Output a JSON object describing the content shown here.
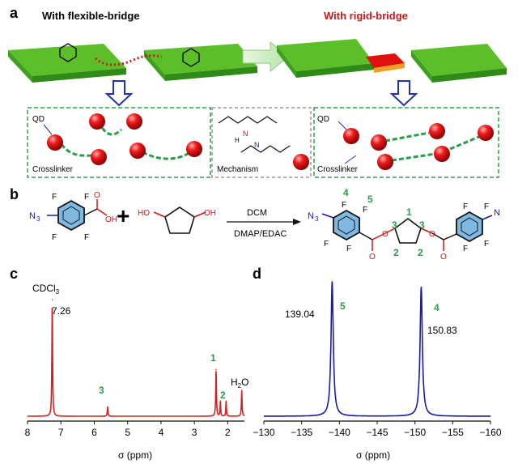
{
  "panel_a": {
    "label": "a",
    "title_left": "With flexible-bridge",
    "title_right": "With rigid-bridge",
    "inset_left": {
      "qd": "QD",
      "crosslinker": "Crosslinker"
    },
    "inset_mid": {
      "caption": "Mechanism",
      "h": "H",
      "n": "N"
    },
    "inset_right": {
      "qd": "QD",
      "crosslinker": "Crosslinker"
    },
    "colors": {
      "slab_top": "#5cbf2a",
      "slab_side": "#2f8a18",
      "bridge_red": "#d01818",
      "rigid": "#e01010",
      "rigid_edge": "#f0a020",
      "inset_border": "#2a9d4a",
      "mid_border": "#999999",
      "qd": "#e81818",
      "link": "#2a9d4a",
      "arrow": "#2233aa"
    }
  },
  "panel_b": {
    "label": "b",
    "f": "F",
    "n3": "N",
    "n3_sub": "3",
    "o": "O",
    "oh": "OH",
    "ho": "HO",
    "plus": "+",
    "reagent_top": "DCM",
    "reagent_bottom": "DMAP/EDAC",
    "numbers": {
      "n1": "1",
      "n2": "2",
      "n3": "3",
      "n4": "4",
      "n5": "5"
    }
  },
  "panel_c": {
    "label": "c",
    "solvent": "CDCl",
    "solvent_sub": "3",
    "solvent_shift": "7.26",
    "water": "H",
    "water_sub": "2",
    "water_o": "O",
    "xlabel": "σ (ppm)",
    "peak_labels": {
      "p1": "1",
      "p2": "2",
      "p3": "3"
    },
    "color": "#d42020",
    "chart_data": {
      "type": "line",
      "xlabel": "σ (ppm)",
      "xlim": [
        8,
        1.5
      ],
      "x_ticks": [
        8,
        7,
        6,
        5,
        4,
        3,
        2
      ],
      "peaks": [
        {
          "x": 7.26,
          "height": 1.0,
          "label": "CDCl3"
        },
        {
          "x": 5.6,
          "height": 0.08,
          "label": "3"
        },
        {
          "x": 2.35,
          "height": 0.4,
          "label": "1"
        },
        {
          "x": 2.22,
          "height": 0.13
        },
        {
          "x": 2.05,
          "height": 0.13,
          "label": "2"
        },
        {
          "x": 1.58,
          "height": 0.22,
          "label": "H2O"
        }
      ]
    }
  },
  "panel_d": {
    "label": "d",
    "xlabel": "σ (ppm)",
    "peak_values": {
      "p5": "139.04",
      "p4": "150.83"
    },
    "peak_labels": {
      "p5": "5",
      "p4": "4"
    },
    "color": "#1a1aaa",
    "chart_data": {
      "type": "line",
      "xlabel": "σ (ppm)",
      "xlim": [
        -130,
        -160
      ],
      "x_ticks": [
        -130,
        -135,
        -140,
        -145,
        -150,
        -155,
        -160
      ],
      "x_tick_labels": [
        "−130",
        "−135",
        "−140",
        "−145",
        "−150",
        "−155",
        "−160"
      ],
      "peaks": [
        {
          "x": -139.04,
          "height": 1.0,
          "label": "5"
        },
        {
          "x": -150.83,
          "height": 0.96,
          "label": "4"
        }
      ]
    }
  }
}
